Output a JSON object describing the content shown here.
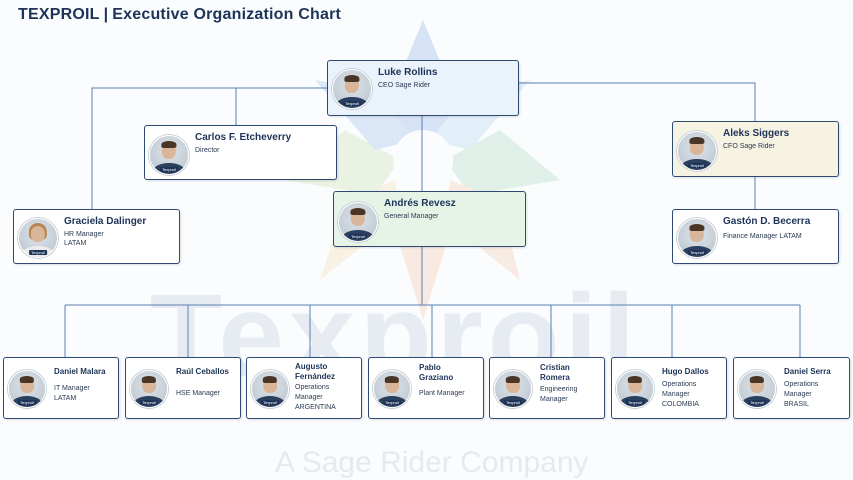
{
  "header": {
    "company": "TEXPROIL",
    "separator": "|",
    "title": "Executive Organization Chart"
  },
  "watermark": {
    "brand": "Texproil",
    "tagline": "A Sage Rider Company"
  },
  "avatar_badge": "Texproil",
  "colors": {
    "title": "#1d3357",
    "card_border": "#2e4a73",
    "connector": "#5b7fb4",
    "ceo_fill": "#eaf2fb",
    "gm_fill": "#e6f4e8",
    "cfo_fill": "#f7f3e3"
  },
  "people": {
    "ceo": {
      "name": "Luke Rollins",
      "role": "CEO Sage Rider"
    },
    "director": {
      "name": "Carlos F. Etcheverry",
      "role": "Director"
    },
    "cfo": {
      "name": "Aleks Siggers",
      "role": "CFO Sage Rider"
    },
    "hr": {
      "name": "Graciela Dalinger",
      "role_line1": "HR Manager",
      "role_line2": "LATAM"
    },
    "gm": {
      "name": "Andrés Revesz",
      "role": "General Manager"
    },
    "finance": {
      "name": "Gastón D. Becerra",
      "role": "Finance Manager LATAM"
    },
    "it": {
      "name": "Daniel Malara",
      "role_line1": "IT Manager",
      "role_line2": "LATAM"
    },
    "hse": {
      "name": "Raúl Ceballos",
      "role_line1": "HSE Manager"
    },
    "ops_ar": {
      "name_line1": "Augusto",
      "name_line2": "Fernández",
      "role_line1": "Operations",
      "role_line2": "Manager",
      "role_line3": "ARGENTINA"
    },
    "plant": {
      "name_line1": "Pablo",
      "name_line2": "Graziano",
      "role_line1": "Plant Manager"
    },
    "eng": {
      "name_line1": "Cristian",
      "name_line2": "Romera",
      "role_line1": "Engineering",
      "role_line2": "Manager"
    },
    "ops_co": {
      "name": "Hugo Dallos",
      "role_line1": "Operations",
      "role_line2": "Manager",
      "role_line3": "COLOMBIA"
    },
    "ops_br": {
      "name": "Daniel Serra",
      "role_line1": "Operations",
      "role_line2": "Manager",
      "role_line3": "BRASIL"
    }
  }
}
